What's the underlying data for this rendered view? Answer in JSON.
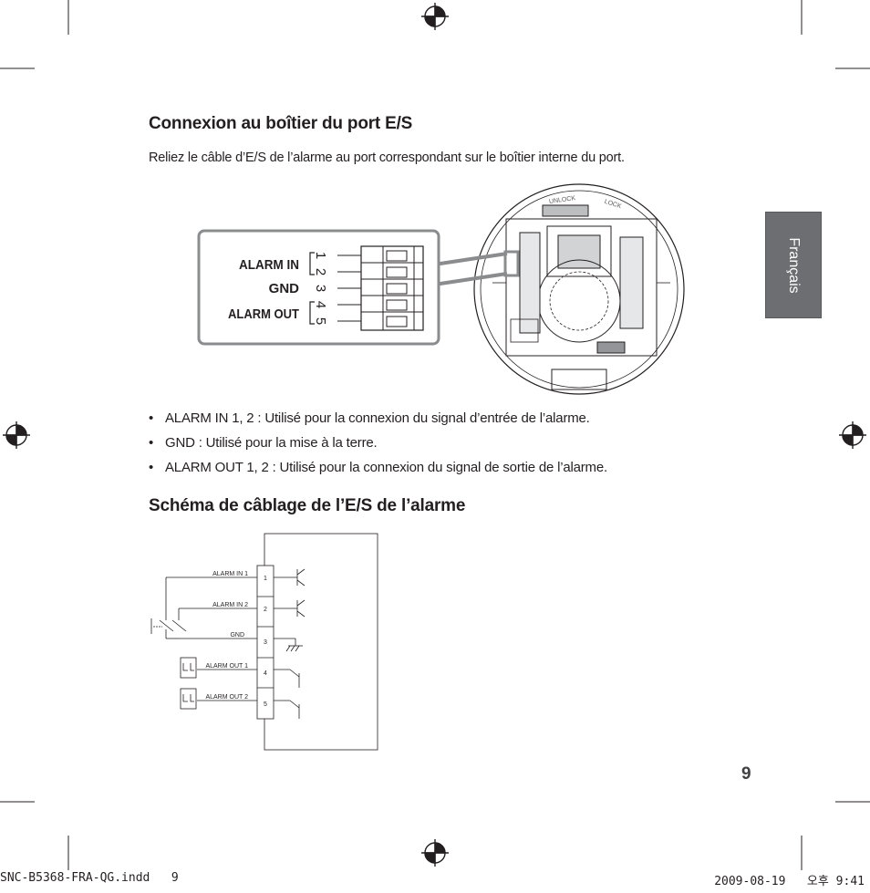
{
  "section1": {
    "title": "Connexion au boîtier du port E/S",
    "intro": "Reliez le câble d’E/S de l’alarme au port correspondant sur le boîtier interne du port."
  },
  "connector": {
    "alarm_in_label": "ALARM IN",
    "gnd_label": "GND",
    "alarm_out_label": "ALARM OUT",
    "pins": [
      "1",
      "2",
      "3",
      "4",
      "5"
    ]
  },
  "camera_labels": {
    "unlock": "UNLOCK",
    "lock": "LOCK"
  },
  "bullets": [
    "ALARM IN 1, 2 : Utilisé pour la connexion du signal d’entrée de l’alarme.",
    "GND : Utilisé pour la mise à la terre.",
    "ALARM OUT 1, 2 : Utilisé pour la connexion du signal de sortie de l’alarme."
  ],
  "bullet_symbol": "•",
  "section2": {
    "title": "Schéma de câblage de l’E/S de l’alarme"
  },
  "wiring": {
    "rows": [
      {
        "label": "ALARM IN 1",
        "pin": "1"
      },
      {
        "label": "ALARM IN 2",
        "pin": "2"
      },
      {
        "label": "GND",
        "pin": "3"
      },
      {
        "label": "ALARM OUT 1",
        "pin": "4"
      },
      {
        "label": "ALARM OUT 2",
        "pin": "5"
      }
    ]
  },
  "side_tab": "Français",
  "page_number": "9",
  "footer": {
    "file": "SNC-B5368-FRA-QG.indd   9",
    "date": "2009-08-19   오후 9:41"
  }
}
